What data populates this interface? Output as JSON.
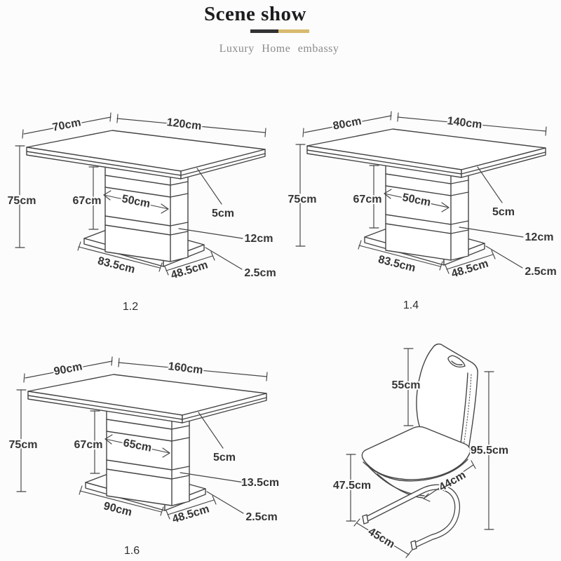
{
  "header": {
    "title": "Scene show",
    "subtitle": "Luxury Home embassy"
  },
  "colors": {
    "divider_dark": "#323234",
    "divider_gold": "#d8ba6e",
    "line_art": "#454545"
  },
  "diagrams": {
    "tables": [
      {
        "model": "1.2",
        "top_depth": "70cm",
        "top_width": "120cm",
        "height": "75cm",
        "pedestal_height": "67cm",
        "pedestal_width": "50cm",
        "top_thickness": "5cm",
        "column_band": "12cm",
        "base_length": "83.5cm",
        "base_depth": "48.5cm",
        "base_thickness": "2.5cm"
      },
      {
        "model": "1.4",
        "top_depth": "80cm",
        "top_width": "140cm",
        "height": "75cm",
        "pedestal_height": "67cm",
        "pedestal_width": "50cm",
        "top_thickness": "5cm",
        "column_band": "12cm",
        "base_length": "83.5cm",
        "base_depth": "48.5cm",
        "base_thickness": "2.5cm"
      },
      {
        "model": "1.6",
        "top_depth": "90cm",
        "top_width": "160cm",
        "height": "75cm",
        "pedestal_height": "67cm",
        "pedestal_width": "65cm",
        "top_thickness": "5cm",
        "column_band": "13.5cm",
        "base_length": "90cm",
        "base_depth": "48.5cm",
        "base_thickness": "2.5cm"
      }
    ],
    "chair": {
      "back_height": "55cm",
      "total_height": "95.5cm",
      "seat_height": "47.5cm",
      "seat_depth": "44cm",
      "base_depth": "45cm"
    }
  }
}
